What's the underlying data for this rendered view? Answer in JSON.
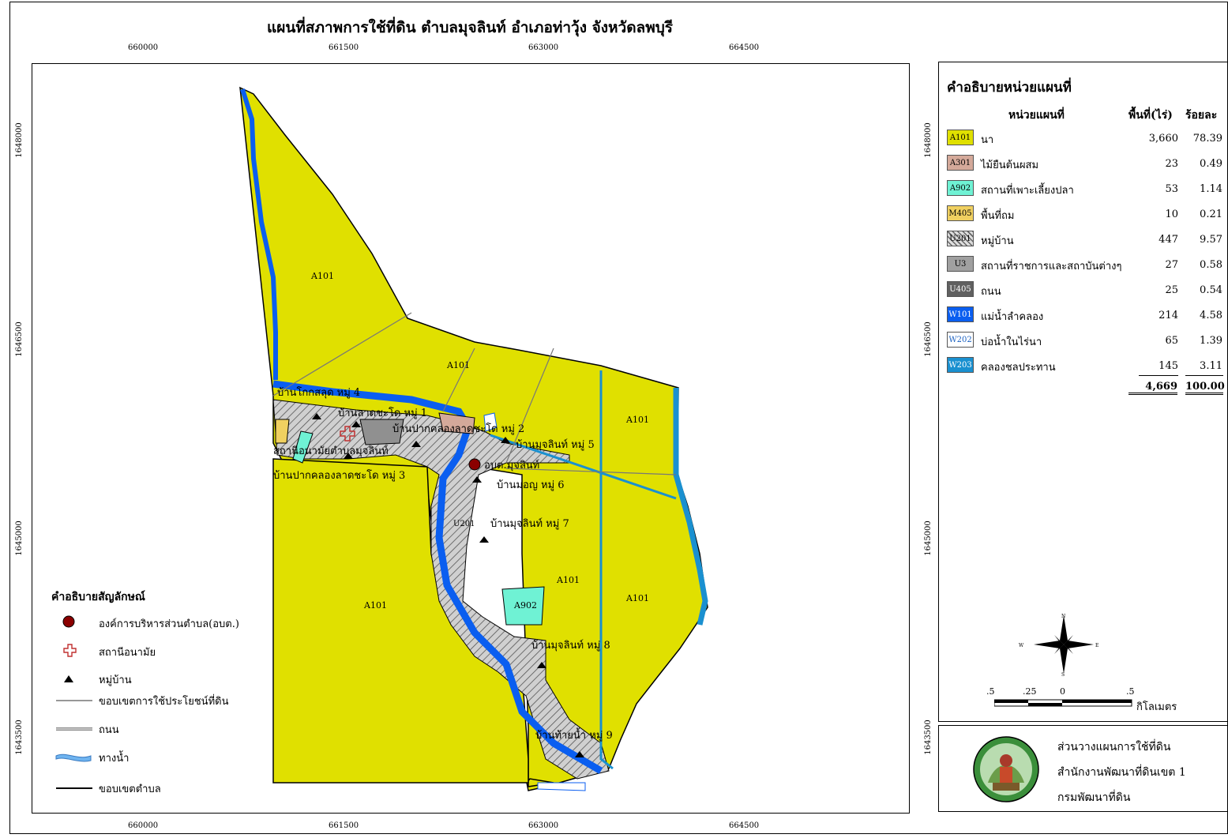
{
  "title": "แผนที่สภาพการใช้ที่ดิน ตำบลมุจลินท์ อำเภอท่าวุ้ง จังหวัดลพบุรี",
  "grid": {
    "x_ticks": [
      "660000",
      "661500",
      "663000",
      "664500"
    ],
    "y_ticks": [
      "1648000",
      "1646500",
      "1645000",
      "1643500"
    ]
  },
  "map_labels": {
    "a101_nw": "A101",
    "a101_mid": "A101",
    "a101_east": "A101",
    "a101_sw": "A101",
    "a101_center": "A101",
    "a101_se": "A101",
    "a902": "A902",
    "u201": "U201",
    "village4": "บ้านโกกสลุด หมู่ 4",
    "village1": "บ้านลาดชะโด หมู่ 1",
    "village2": "บ้านปากคลองลาดชะโด หมู่ 2",
    "village5": "บ้านมุจลินท์ หมู่ 5",
    "health_station": "สถานีอนามัยตำบลมุจลินท์",
    "village3": "บ้านปากคลองลาดชะโด หมู่ 3",
    "tao": "อบต.มุจลินท์",
    "village6": "บ้านมอญ หมู่ 6",
    "village7": "บ้านมุจลินท์ หมู่ 7",
    "village8": "บ้านมุจลินท์ หมู่ 8",
    "village9": "บ้านท้ายน้ำ หมู่ 9"
  },
  "symbol_legend": {
    "title": "คำอธิบายสัญลักษณ์",
    "items": [
      {
        "label": "องค์การบริหารส่วนตำบล(อบต.)"
      },
      {
        "label": "สถานีอนามัย"
      },
      {
        "label": "หมู่บ้าน"
      },
      {
        "label": "ขอบเขตการใช้ประโยชน์ที่ดิน"
      },
      {
        "label": "ถนน"
      },
      {
        "label": "ทางน้ำ"
      },
      {
        "label": "ขอบเขตตำบล"
      }
    ]
  },
  "legend": {
    "title": "คำอธิบายหน่วยแผนที่",
    "col_unit": "หน่วยแผนที่",
    "col_area": "พื้นที่(ไร่)",
    "col_pct": "ร้อยละ",
    "rows": [
      {
        "code": "A101",
        "desc": "นา",
        "area": "3,660",
        "pct": "78.39",
        "color": "#e0e000"
      },
      {
        "code": "A301",
        "desc": "ไม้ยืนต้นผสม",
        "area": "23",
        "pct": "0.49",
        "color": "#d4a99a"
      },
      {
        "code": "A902",
        "desc": "สถานที่เพาะเลี้ยงปลา",
        "area": "53",
        "pct": "1.14",
        "color": "#6ff2d4"
      },
      {
        "code": "M405",
        "desc": "พื้นที่ถม",
        "area": "10",
        "pct": "0.21",
        "color": "#f0d060"
      },
      {
        "code": "U201",
        "desc": "หมู่บ้าน",
        "area": "447",
        "pct": "9.57",
        "color": "#c8c8c8"
      },
      {
        "code": "U3",
        "desc": "สถานที่ราชการและสถาบันต่างๆ",
        "area": "27",
        "pct": "0.58",
        "color": "#a0a0a0"
      },
      {
        "code": "U405",
        "desc": "ถนน",
        "area": "25",
        "pct": "0.54",
        "color": "#606060"
      },
      {
        "code": "W101",
        "desc": "แม่น้ำลำคลอง",
        "area": "214",
        "pct": "4.58",
        "color": "#0a5ef0"
      },
      {
        "code": "W202",
        "desc": "บ่อน้ำในไร่นา",
        "area": "65",
        "pct": "1.39",
        "color": "#ffffff"
      },
      {
        "code": "W203",
        "desc": "คลองชลประทาน",
        "area": "145",
        "pct": "3.11",
        "color": "#1a90d0"
      }
    ],
    "total_area": "4,669",
    "total_pct": "100.00"
  },
  "north_arrow": {
    "n": "N",
    "s": "S",
    "e": "E",
    "w": "W"
  },
  "scale_bar": {
    "labels": [
      ".5",
      ".25",
      "0",
      ".5"
    ],
    "unit": "กิโลเมตร"
  },
  "credits": {
    "line1": "ส่วนวางแผนการใช้ที่ดิน",
    "line2": "สำนักงานพัฒนาที่ดินเขต 1",
    "line3": "กรมพัฒนาที่ดิน"
  },
  "colors": {
    "paddy": "#e0e000",
    "river": "#0a5ef0",
    "canal": "#1a90d0",
    "village": "#c8c8c8",
    "tao_marker": "#8b0000",
    "health_cross": "#c03030"
  }
}
